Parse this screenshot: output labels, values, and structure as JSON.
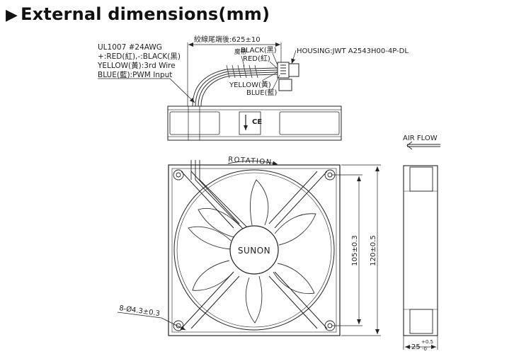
{
  "page_title": "External dimensions(mm)",
  "title_marker": "▶",
  "wire_spec": {
    "line1": "UL1007  #24AWG",
    "line2": "+:RED(紅),-:BLACK(黑)",
    "line3": "YELLOW(黃):3rd  Wire",
    "line4": "BLUE(藍):PWM  Input"
  },
  "strip_length": "絞線尾端後:625±10",
  "shrink_label": "魔帶",
  "housing_label": "HOUSING:JWT  A2543H00-4P-DL",
  "wire_labels": {
    "black": "BLACK(黑)",
    "red": "RED(紅)",
    "yellow": "YELLOW(黃)",
    "blue": "BLUE(藍)"
  },
  "ce_mark": "CE",
  "rotation_label": "ROTATION",
  "brand_label": "SUNON",
  "airflow_label": "AIR  FLOW",
  "hole_spec": "8-Ø4.3±0.3",
  "dim_105": "105±0.3",
  "dim_120": "120±0.5",
  "dim_25": "25",
  "dim_25_tol_upper": "+0.5",
  "dim_25_tol_lower": "-0"
}
